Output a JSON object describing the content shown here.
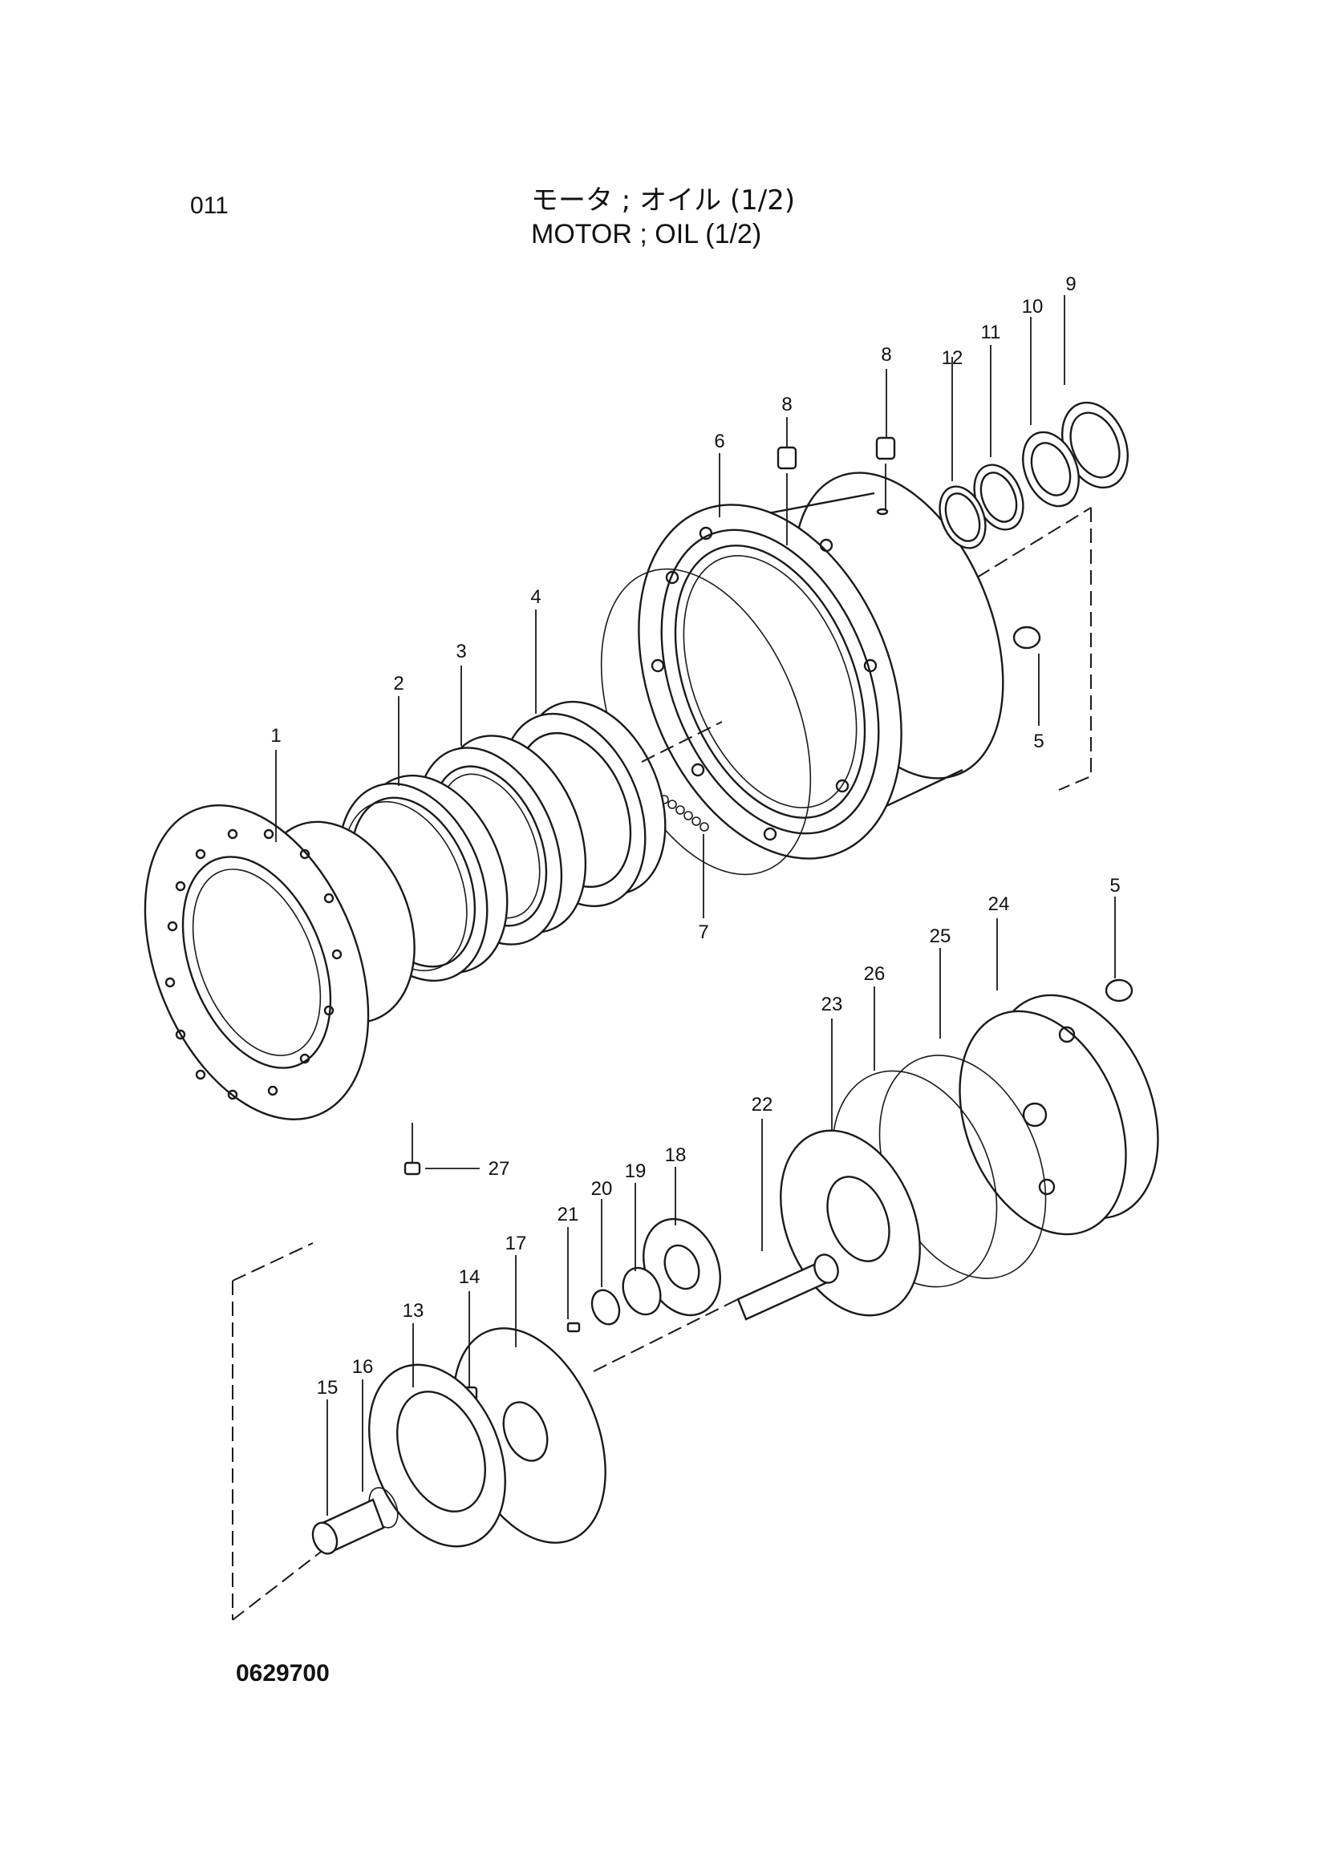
{
  "header": {
    "page_code": "011",
    "title_jp": "モータ ; オイル (1/2)",
    "title_en": "MOTOR ; OIL (1/2)"
  },
  "footer": {
    "drawing_number": "0629700"
  },
  "callouts": {
    "c1": "1",
    "c2": "2",
    "c3": "3",
    "c4": "4",
    "c5a": "5",
    "c5b": "5",
    "c6": "6",
    "c7": "7",
    "c8a": "8",
    "c8b": "8",
    "c9": "9",
    "c10": "10",
    "c11": "11",
    "c12": "12",
    "c13": "13",
    "c14": "14",
    "c15": "15",
    "c16": "16",
    "c17": "17",
    "c18": "18",
    "c19": "19",
    "c20": "20",
    "c21": "21",
    "c22": "22",
    "c23": "23",
    "c24": "24",
    "c25": "25",
    "c26": "26",
    "c27": "27"
  }
}
